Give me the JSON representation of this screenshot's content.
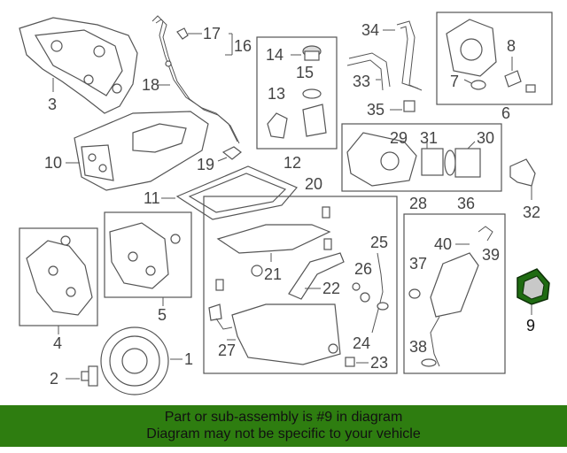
{
  "diagram": {
    "callouts": {
      "c1": "1",
      "c2": "2",
      "c3": "3",
      "c4": "4",
      "c5": "5",
      "c6": "6",
      "c7": "7",
      "c8": "8",
      "c9": "9",
      "c10": "10",
      "c11": "11",
      "c12": "12",
      "c13": "13",
      "c14": "14",
      "c15": "15",
      "c16": "16",
      "c17": "17",
      "c18": "18",
      "c19": "19",
      "c20": "20",
      "c21": "21",
      "c22": "22",
      "c23": "23",
      "c24": "24",
      "c25": "25",
      "c26": "26",
      "c27": "27",
      "c28": "28",
      "c29": "29",
      "c30": "30",
      "c31": "31",
      "c32": "32",
      "c33": "33",
      "c34": "34",
      "c35": "35",
      "c36": "36",
      "c37": "37",
      "c38": "38",
      "c39": "39",
      "c40": "40"
    },
    "highlight_color": "#1f6b12"
  },
  "banner": {
    "line1": "Part or sub-assembly is #9 in diagram",
    "line2": "Diagram may not be specific to your vehicle",
    "color": "#2e7d10"
  }
}
